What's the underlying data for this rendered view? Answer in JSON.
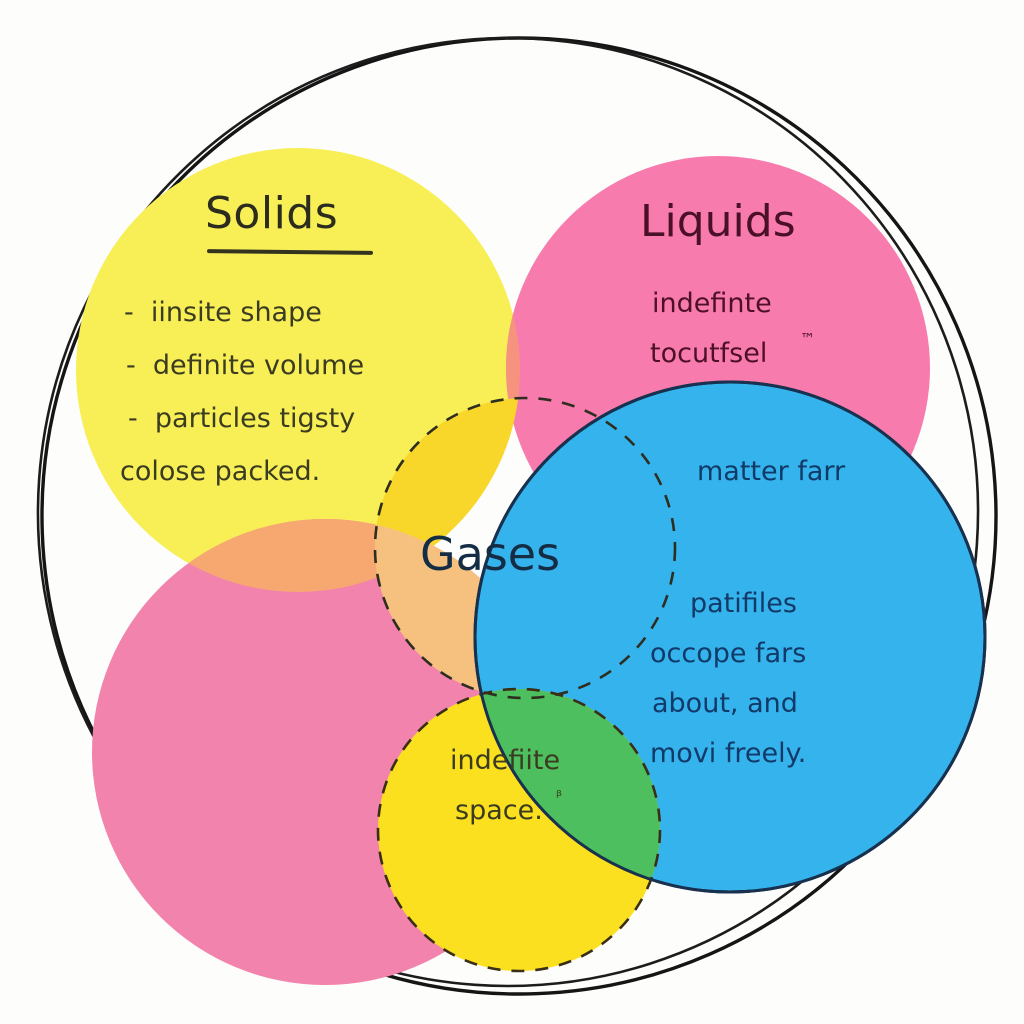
{
  "diagram": {
    "type": "venn",
    "title_region": "states of matter venn diagram",
    "background_color": "#fdfdfb",
    "outer_boundary": {
      "name": "matter-universe-outline",
      "stroke": "#1a1a1a",
      "style": "solid"
    },
    "sets": [
      {
        "id": "solids",
        "label": "Solids",
        "label_underlined": true,
        "fill": "#F7EF55",
        "text_color": "#3b3b22",
        "items": [
          "-  iinsite shape",
          "-  definite volume",
          "-  particles tigsty",
          "colose packed."
        ]
      },
      {
        "id": "liquids",
        "label": "Liquids",
        "label_underlined": false,
        "fill": "#F87BAE",
        "text_color": "#4d1026",
        "items": [
          "indefinte",
          "tocutfsel"
        ],
        "superscript": "™"
      },
      {
        "id": "gases",
        "label": "Gases",
        "label_underlined": false,
        "fill": "transparent",
        "outline_style": "dashed",
        "text_color": "#152d44",
        "items": []
      }
    ],
    "blue_region": {
      "id": "blue-body",
      "fill": "#35B3EC",
      "stroke": "#17314f",
      "text_color": "#123a68",
      "lines": [
        "matter farr",
        "patifiles",
        "occope fars",
        "about, and",
        "movi freely."
      ]
    },
    "bottom_yellow_region": {
      "id": "bottom-yellow",
      "fill": "#F8D62A",
      "outline_style": "dashed",
      "text_color": "#3b3b22",
      "lines": [
        "indefiite",
        "space."
      ],
      "superscript": "ᵝ"
    },
    "bottom_pink_region": {
      "id": "bottom-pink",
      "fill": "#F283AC"
    },
    "overlap_colors": {
      "yellow_pink_orange": "#F7A870",
      "yellow_blue_green": "#4DBF5E",
      "pink_blue_teal": "#8FA9D6",
      "yellow_gold": "#F8D62A",
      "pink_salmon": "#F6937F"
    }
  }
}
